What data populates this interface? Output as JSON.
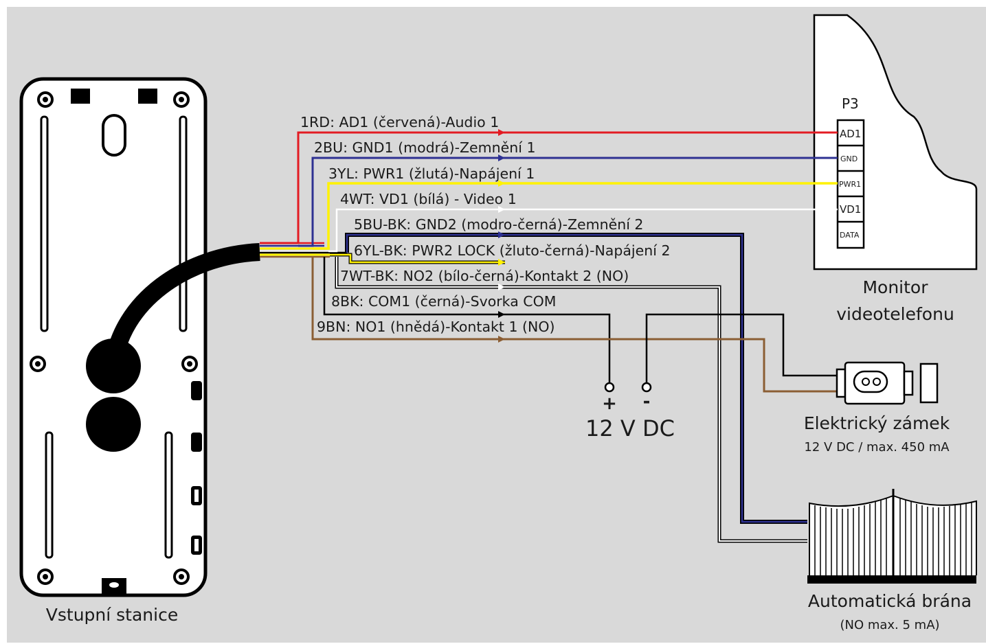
{
  "colors": {
    "background": "#d9d9d9",
    "red": "#e31b23",
    "blue": "#2e3192",
    "yellow": "#fff200",
    "white": "#ffffff",
    "black": "#000000",
    "brown": "#8b5e34"
  },
  "wires": [
    {
      "id": "1RD",
      "label": "1RD: AD1 (červená)-Audio 1",
      "color": "red"
    },
    {
      "id": "2BU",
      "label": "2BU: GND1 (modrá)-Zemnění 1",
      "color": "blue"
    },
    {
      "id": "3YL",
      "label": "3YL: PWR1 (žlutá)-Napájení 1",
      "color": "yellow"
    },
    {
      "id": "4WT",
      "label": "4WT: VD1 (bílá) - Video 1",
      "color": "white"
    },
    {
      "id": "5BU-BK",
      "label": "5BU-BK: GND2 (modro-černá)-Zemnění 2",
      "color": "blue-black"
    },
    {
      "id": "6YL-BK",
      "label": "6YL-BK: PWR2 LOCK (žluto-černá)-Napájení 2",
      "color": "yellow-black"
    },
    {
      "id": "7WT-BK",
      "label": "7WT-BK: NO2 (bílo-černá)-Kontakt 2 (NO)",
      "color": "white-black"
    },
    {
      "id": "8BK",
      "label": "8BK: COM1 (černá)-Svorka COM",
      "color": "black"
    },
    {
      "id": "9BN",
      "label": "9BN: NO1 (hnědá)-Kontakt 1 (NO)",
      "color": "brown"
    }
  ],
  "monitor": {
    "connector": "P3",
    "ports": [
      "AD1",
      "GND",
      "PWR1",
      "VD1",
      "DATA"
    ],
    "caption_line1": "Monitor",
    "caption_line2": "videotelefonu"
  },
  "station": {
    "caption": "Vstupní stanice"
  },
  "power": {
    "plus": "+",
    "minus": "-",
    "label": "12 V DC"
  },
  "lock": {
    "caption": "Elektrický zámek",
    "spec": "12 V DC / max. 450 mA"
  },
  "gate": {
    "caption": "Automatická brána",
    "spec": "(NO max. 5 mA)"
  }
}
